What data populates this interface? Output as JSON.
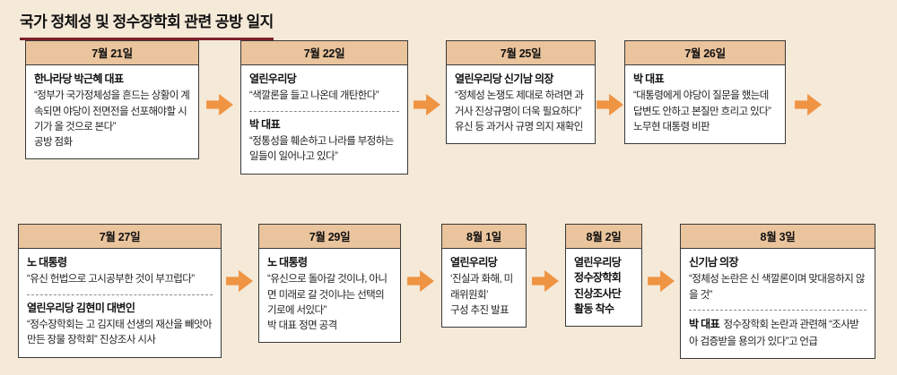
{
  "page": {
    "title": "국가 정체성 및 정수장학회 관련 공방 일지"
  },
  "colors": {
    "background": "#f5e9d8",
    "card_header": "#eac49d",
    "card_border": "#3a3a3a",
    "arrow": "#ef9443",
    "title_underline": "#7d2128"
  },
  "timeline": {
    "rows": [
      {
        "cards": [
          {
            "date": "7월 21일",
            "sections": [
              {
                "speaker": "한나라당 박근혜 대표",
                "text": "“정부가 국가정체성을 흔드는 상황이 계속되면 야당이 전면전을 선포해야할 시기가 올 것으로 본다”\n공방 점화"
              }
            ]
          },
          {
            "date": "7월 22일",
            "sections": [
              {
                "speaker": "열린우리당",
                "text": "“색깔론을 들고 나온데 개탄한다”"
              },
              {
                "speaker": "박 대표",
                "text": "“정통성을 훼손하고 나라를 부정하는 일들이 일어나고 있다”"
              }
            ]
          },
          {
            "date": "7월 25일",
            "sections": [
              {
                "speaker": "열린우리당 신기남 의장",
                "text": "“정체성 논쟁도 제대로 하려면 과거사 진상규명이 더욱 필요하다” 유신 등 과거사 규명 의지 재확인"
              }
            ]
          },
          {
            "date": "7월 26일",
            "sections": [
              {
                "speaker": "박 대표",
                "text": "“대통령에게 야당이 질문을 했는데 답변도 안하고 본질만 흐리고 있다”\n노무현 대통령 비판"
              }
            ]
          }
        ]
      },
      {
        "cards": [
          {
            "date": "7월 27일",
            "sections": [
              {
                "speaker": "노 대통령",
                "text": "“유신 헌법으로 고시공부한 것이 부끄럽다”"
              },
              {
                "speaker": "열린우리당 김현미 대변인",
                "text": "“정수장학회는 고 김지태 선생의 재산을 빼앗아 만든 장물 장학회”  진상조사 시사"
              }
            ]
          },
          {
            "date": "7월 29일",
            "sections": [
              {
                "speaker": "노 대통령",
                "text": "“유신으로 돌아갈 것이냐, 아니면 미래로 갈 것이냐는 선택의 기로에 서있다”\n박 대표 정면 공격"
              }
            ]
          },
          {
            "date": "8월 1일",
            "sections": [
              {
                "speaker": "열린우리당",
                "text": "‘진실과 화해, 미래위원회’\n구성 추진 발표"
              }
            ]
          },
          {
            "date": "8월 2일",
            "sections": [
              {
                "speaker": "열린우리당\n정수장학회\n진상조사단\n활동 착수",
                "text": ""
              }
            ]
          },
          {
            "date": "8월 3일",
            "sections": [
              {
                "speaker": "신기남 의장",
                "text": "“정체성 논란은 신 색깔론이며 맞대응하지 않을 것”"
              },
              {
                "speaker": "박 대표",
                "text": "정수장학회 논란과 관련해 “조사받아 검증받을 용의가 있다”고 언급"
              }
            ]
          }
        ]
      }
    ]
  }
}
